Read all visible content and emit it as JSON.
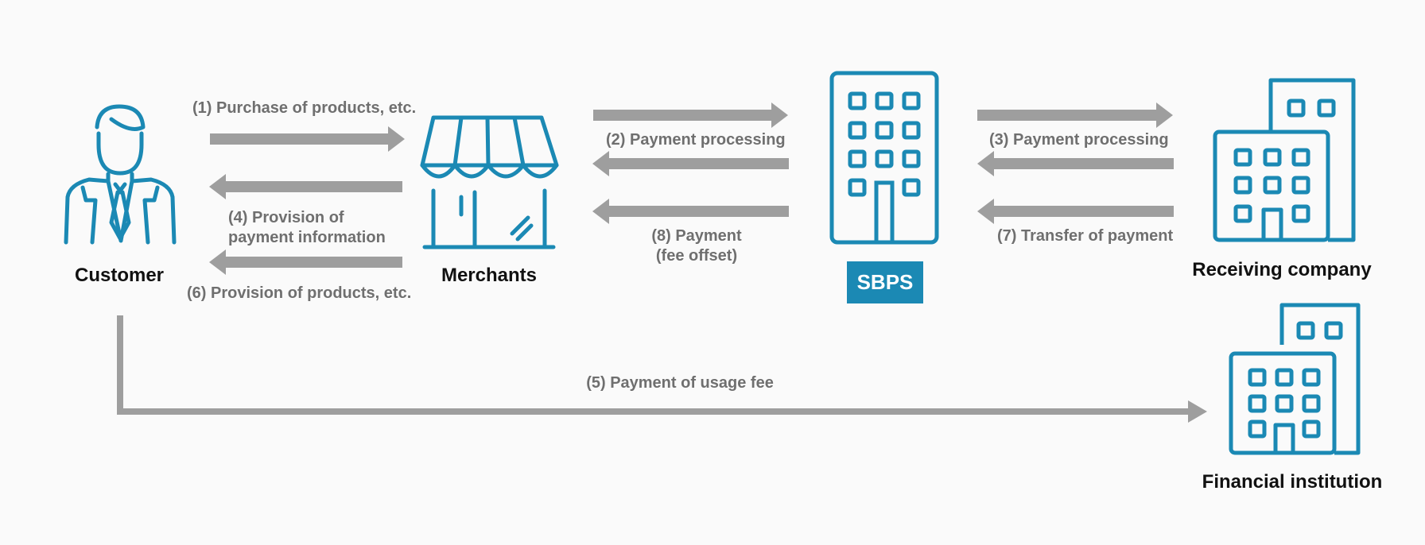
{
  "colors": {
    "icon": "#1b89b4",
    "arrow": "#9e9e9e",
    "flow_text": "#6f6f6f",
    "node_text": "#111111",
    "background": "#fafafa"
  },
  "nodes": {
    "customer": {
      "label": "Customer",
      "icon": "person-icon"
    },
    "merchants": {
      "label": "Merchants",
      "icon": "storefront-icon"
    },
    "sbps": {
      "label": "SBPS",
      "icon": "office-building-icon"
    },
    "receiving_company": {
      "label": "Receiving company",
      "icon": "office-buildings-icon"
    },
    "financial_institution": {
      "label": "Financial institution",
      "icon": "office-buildings-icon"
    }
  },
  "flows": {
    "f1": "(1) Purchase of products, etc.",
    "f2": "(2) Payment processing",
    "f3": "(3) Payment processing",
    "f4_line1": "(4) Provision of",
    "f4_line2": "payment information",
    "f5": "(5) Payment of usage fee",
    "f6": "(6) Provision of products, etc.",
    "f7": "(7) Transfer of payment",
    "f8_line1": "(8) Payment",
    "f8_line2": "(fee offset)"
  }
}
